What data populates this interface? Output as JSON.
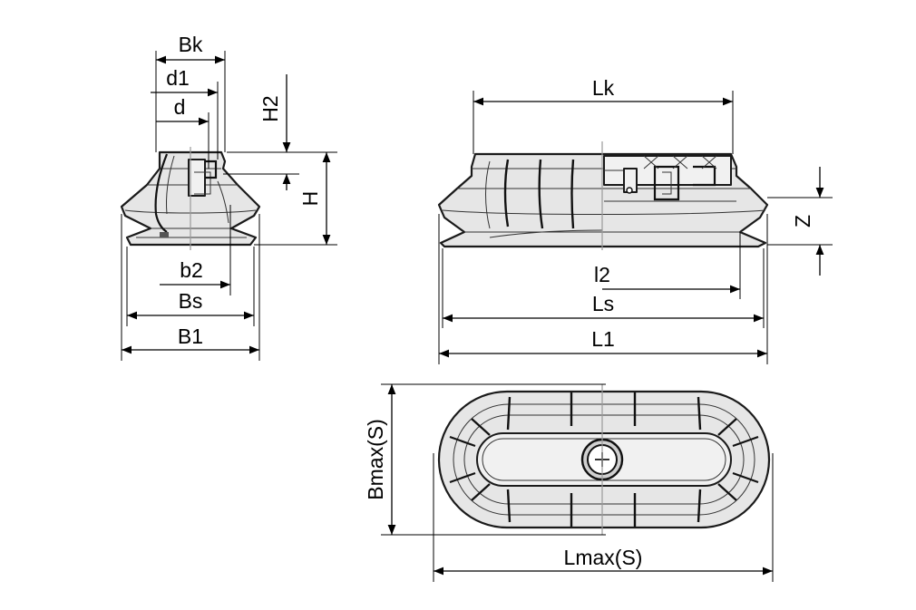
{
  "labels": {
    "bk": "Bk",
    "d1": "d1",
    "d": "d",
    "h2": "H2",
    "h": "H",
    "b2": "b2",
    "bs": "Bs",
    "b1": "B1",
    "lk": "Lk",
    "z": "Z",
    "l2": "l2",
    "ls": "Ls",
    "l1": "L1",
    "bmax": "Bmax(S)",
    "lmax": "Lmax(S)"
  },
  "colors": {
    "line": "#000000",
    "body_fill": "#e6e6e6",
    "centerline": "#9a9a9a"
  }
}
